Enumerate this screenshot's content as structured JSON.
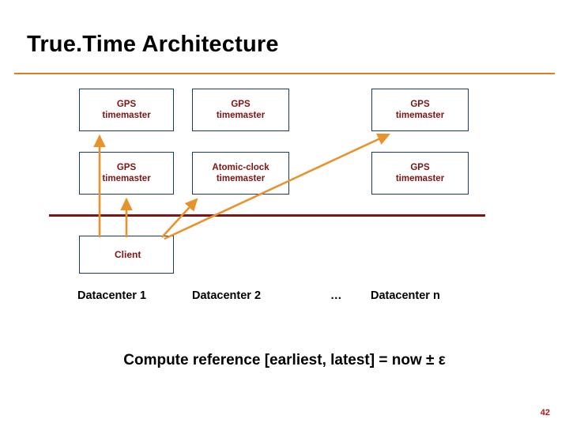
{
  "slide": {
    "title": "True.Time Architecture",
    "page_number": "42",
    "accent_rule_color": "#d2821e",
    "box_border_color": "#1a3a6b",
    "box_text_color": "#7f1414",
    "arrow_color": "#e8922b",
    "divider_color": "#7f1414"
  },
  "boxes": [
    {
      "line1": "GPS",
      "line2": "timemaster"
    },
    {
      "line1": "GPS",
      "line2": "timemaster"
    },
    {
      "line1": "GPS",
      "line2": "timemaster"
    },
    {
      "line1": "GPS",
      "line2": "timemaster"
    },
    {
      "line1": "Atomic-clock",
      "line2": "timemaster"
    },
    {
      "line1": "GPS",
      "line2": "timemaster"
    }
  ],
  "client": {
    "label": "Client"
  },
  "datacenters": [
    {
      "label": "Datacenter 1"
    },
    {
      "label": "Datacenter 2"
    },
    {
      "label": "…"
    },
    {
      "label": "Datacenter n"
    }
  ],
  "formula": {
    "text": "Compute reference [earliest, latest]  =  now  ±  ε"
  }
}
